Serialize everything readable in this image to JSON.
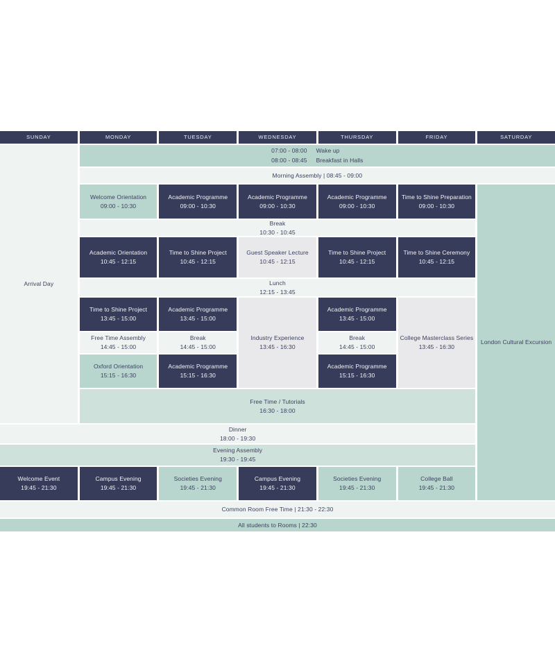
{
  "colors": {
    "navy": "#373c5b",
    "green": "#b9d6ce",
    "green_light": "#cfe1db",
    "pale": "#eff4f2",
    "gray": "#e9e9eb",
    "text_dark": "#3a3f5e",
    "text_light": "#f4f5f7",
    "header_text": "#eef0f3"
  },
  "schedule": {
    "days": [
      {
        "label": "SUNDAY"
      },
      {
        "label": "MONDAY"
      },
      {
        "label": "TUESDAY"
      },
      {
        "label": "WEDNESDAY"
      },
      {
        "label": "THURSDAY"
      },
      {
        "label": "FRIDAY"
      },
      {
        "label": "SATURDAY"
      }
    ],
    "wake_block": {
      "rows": [
        {
          "time": "07:00 - 08:00",
          "label": "Wake up"
        },
        {
          "time": "08:00 - 08:45",
          "label": "Breakfast in Halls"
        }
      ]
    },
    "cells": [
      {
        "id": "arrival-day",
        "label": "Arrival Day",
        "time": "",
        "col": 1,
        "colspan": 1,
        "row": 2,
        "rowspan": 10,
        "color": "pale"
      },
      {
        "id": "wake-breakfast",
        "label": "",
        "time": "",
        "col": 2,
        "colspan": 6,
        "row": 2,
        "rowspan": 1,
        "color": "green",
        "special": "wake"
      },
      {
        "id": "morning-assembly",
        "label": "Morning Assembly  |  08:45 - 09:00",
        "time": "",
        "col": 2,
        "colspan": 6,
        "row": 3,
        "rowspan": 1,
        "color": "pale"
      },
      {
        "id": "welcome-orientation",
        "label": "Welcome Orientation",
        "time": "09:00 - 10:30",
        "col": 2,
        "colspan": 1,
        "row": 4,
        "rowspan": 1,
        "color": "green"
      },
      {
        "id": "academic-programme-tue-am",
        "label": "Academic Programme",
        "time": "09:00 - 10:30",
        "col": 3,
        "colspan": 1,
        "row": 4,
        "rowspan": 1,
        "color": "navy"
      },
      {
        "id": "academic-programme-wed-am",
        "label": "Academic Programme",
        "time": "09:00 - 10:30",
        "col": 4,
        "colspan": 1,
        "row": 4,
        "rowspan": 1,
        "color": "navy"
      },
      {
        "id": "academic-programme-thu-am",
        "label": "Academic Programme",
        "time": "09:00 - 10:30",
        "col": 5,
        "colspan": 1,
        "row": 4,
        "rowspan": 1,
        "color": "navy"
      },
      {
        "id": "time-to-shine-preparation",
        "label": "Time to Shine Preparation",
        "time": "09:00 - 10:30",
        "col": 6,
        "colspan": 1,
        "row": 4,
        "rowspan": 1,
        "color": "navy"
      },
      {
        "id": "london-cultural-excursion",
        "label": "London Cultural Excursion",
        "time": "",
        "col": 7,
        "colspan": 1,
        "row": 4,
        "rowspan": 11,
        "color": "green"
      },
      {
        "id": "break-1030",
        "label": "Break",
        "time": "10:30 - 10:45",
        "col": 2,
        "colspan": 5,
        "row": 5,
        "rowspan": 1,
        "color": "pale"
      },
      {
        "id": "academic-orientation",
        "label": "Academic Orientation",
        "time": "10:45 - 12:15",
        "col": 2,
        "colspan": 1,
        "row": 6,
        "rowspan": 1,
        "color": "navy"
      },
      {
        "id": "time-to-shine-project-tue",
        "label": "Time to Shine Project",
        "time": "10:45 - 12:15",
        "col": 3,
        "colspan": 1,
        "row": 6,
        "rowspan": 1,
        "color": "navy"
      },
      {
        "id": "guest-speaker-lecture",
        "label": "Guest Speaker Lecture",
        "time": "10:45 - 12:15",
        "col": 4,
        "colspan": 1,
        "row": 6,
        "rowspan": 1,
        "color": "gray"
      },
      {
        "id": "time-to-shine-project-thu",
        "label": "Time to Shine Project",
        "time": "10:45 - 12:15",
        "col": 5,
        "colspan": 1,
        "row": 6,
        "rowspan": 1,
        "color": "navy"
      },
      {
        "id": "time-to-shine-ceremony",
        "label": "Time to Shine Ceremony",
        "time": "10:45 - 12:15",
        "col": 6,
        "colspan": 1,
        "row": 6,
        "rowspan": 1,
        "color": "navy"
      },
      {
        "id": "lunch",
        "label": "Lunch",
        "time": "12:15 - 13:45",
        "col": 2,
        "colspan": 5,
        "row": 7,
        "rowspan": 1,
        "color": "pale"
      },
      {
        "id": "time-to-shine-project-mon",
        "label": "Time to Shine Project",
        "time": "13:45 - 15:00",
        "col": 2,
        "colspan": 1,
        "row": 8,
        "rowspan": 1,
        "color": "navy"
      },
      {
        "id": "academic-programme-tue-pm",
        "label": "Academic Programme",
        "time": "13:45 - 15:00",
        "col": 3,
        "colspan": 1,
        "row": 8,
        "rowspan": 1,
        "color": "navy"
      },
      {
        "id": "industry-experience",
        "label": "Industry Experience",
        "time": "13:45 - 16:30",
        "col": 4,
        "colspan": 1,
        "row": 8,
        "rowspan": 3,
        "color": "gray"
      },
      {
        "id": "academic-programme-thu-pm",
        "label": "Academic Programme",
        "time": "13:45 - 15:00",
        "col": 5,
        "colspan": 1,
        "row": 8,
        "rowspan": 1,
        "color": "navy"
      },
      {
        "id": "college-masterclass-series",
        "label": "College Masterclass Series",
        "time": "13:45 - 16:30",
        "col": 6,
        "colspan": 1,
        "row": 8,
        "rowspan": 3,
        "color": "gray"
      },
      {
        "id": "free-time-assembly",
        "label": "Free Time Assembly",
        "time": "14:45 - 15:00",
        "col": 2,
        "colspan": 1,
        "row": 9,
        "rowspan": 1,
        "color": "pale"
      },
      {
        "id": "break-tue-1445",
        "label": "Break",
        "time": "14:45 - 15:00",
        "col": 3,
        "colspan": 1,
        "row": 9,
        "rowspan": 1,
        "color": "pale"
      },
      {
        "id": "break-thu-1445",
        "label": "Break",
        "time": "14:45 - 15:00",
        "col": 5,
        "colspan": 1,
        "row": 9,
        "rowspan": 1,
        "color": "pale"
      },
      {
        "id": "oxford-orientation",
        "label": "Oxford Orientation",
        "time": "15:15 - 16:30",
        "col": 2,
        "colspan": 1,
        "row": 10,
        "rowspan": 1,
        "color": "green"
      },
      {
        "id": "academic-programme-tue-late",
        "label": "Academic Programme",
        "time": "15:15 - 16:30",
        "col": 3,
        "colspan": 1,
        "row": 10,
        "rowspan": 1,
        "color": "navy"
      },
      {
        "id": "academic-programme-thu-late",
        "label": "Academic Programme",
        "time": "15:15 - 16:30",
        "col": 5,
        "colspan": 1,
        "row": 10,
        "rowspan": 1,
        "color": "navy"
      },
      {
        "id": "free-time-tutorials",
        "label": "Free Time / Tutorials",
        "time": "16:30 - 18:00",
        "col": 2,
        "colspan": 5,
        "row": 11,
        "rowspan": 1,
        "color": "green_light"
      },
      {
        "id": "dinner",
        "label": "Dinner",
        "time": "18:00 - 19:30",
        "col": 1,
        "colspan": 6,
        "row": 12,
        "rowspan": 1,
        "color": "pale"
      },
      {
        "id": "evening-assembly",
        "label": "Evening Assembly",
        "time": "19:30 - 19:45",
        "col": 1,
        "colspan": 6,
        "row": 13,
        "rowspan": 1,
        "color": "green_light"
      },
      {
        "id": "welcome-event",
        "label": "Welcome Event",
        "time": "19:45 - 21:30",
        "col": 1,
        "colspan": 1,
        "row": 14,
        "rowspan": 1,
        "color": "navy"
      },
      {
        "id": "campus-evening-mon",
        "label": "Campus Evening",
        "time": "19:45 - 21:30",
        "col": 2,
        "colspan": 1,
        "row": 14,
        "rowspan": 1,
        "color": "navy"
      },
      {
        "id": "societies-evening-tue",
        "label": "Societies Evening",
        "time": "19:45 - 21:30",
        "col": 3,
        "colspan": 1,
        "row": 14,
        "rowspan": 1,
        "color": "green"
      },
      {
        "id": "campus-evening-wed",
        "label": "Campus Evening",
        "time": "19:45 - 21:30",
        "col": 4,
        "colspan": 1,
        "row": 14,
        "rowspan": 1,
        "color": "navy"
      },
      {
        "id": "societies-evening-thu",
        "label": "Societies Evening",
        "time": "19:45 - 21:30",
        "col": 5,
        "colspan": 1,
        "row": 14,
        "rowspan": 1,
        "color": "green"
      },
      {
        "id": "college-ball",
        "label": "College Ball",
        "time": "19:45 - 21:30",
        "col": 6,
        "colspan": 1,
        "row": 14,
        "rowspan": 1,
        "color": "green"
      },
      {
        "id": "common-room-free-time",
        "label": "Common Room Free Time | 21:30 - 22:30",
        "time": "",
        "col": 1,
        "colspan": 7,
        "row": 15,
        "rowspan": 1,
        "color": "pale"
      },
      {
        "id": "all-students-to-rooms",
        "label": "All students to Rooms  |  22:30",
        "time": "",
        "col": 1,
        "colspan": 7,
        "row": 16,
        "rowspan": 1,
        "color": "green"
      }
    ]
  }
}
